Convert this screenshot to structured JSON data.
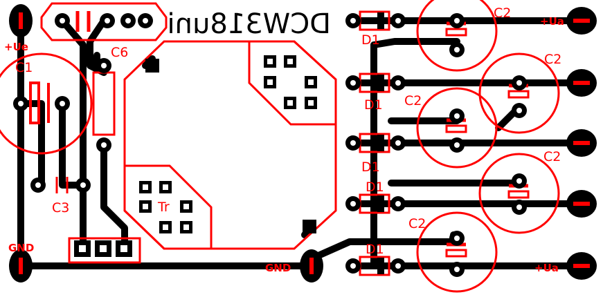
{
  "board": {
    "title": "DCW318uni",
    "title_mirrored": true,
    "colors": {
      "copper": "#000000",
      "silkscreen": "#ff0000",
      "background": "#ffffff"
    }
  },
  "labels": {
    "c1": "C1",
    "c2": "C2",
    "c3": "C3",
    "c6": "C6",
    "d1": "D1",
    "tr": "Tr",
    "gnd": "GND",
    "plus_ue": "+Ue",
    "plus_ua": "+Ua"
  }
}
